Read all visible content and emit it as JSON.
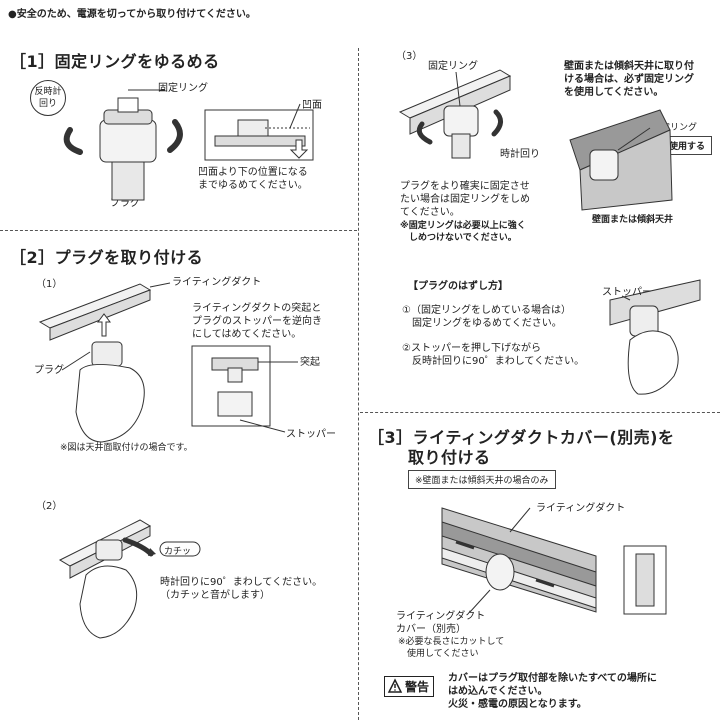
{
  "top_notice": "●安全のため、電源を切ってから取り付けてください。",
  "step1": {
    "title": "［1］固定リングをゆるめる",
    "ccw_label": "反時計\n回り",
    "fixing_ring": "固定リング",
    "recess": "凹面",
    "plug": "プラグ",
    "loosen_note": "凹面より下の位置になる\nまでゆるめてください。"
  },
  "step2": {
    "title": "［2］プラグを取り付ける",
    "sub1": "（1）",
    "duct": "ライティングダクト",
    "plug": "プラグ",
    "align_note": "ライティングダクトの突起と\nプラグのストッパーを逆向き\nにしてはめてください。",
    "protrusion": "突起",
    "stopper": "ストッパー",
    "ceiling_note": "※図は天井面取付けの場合です。",
    "sub2": "（2）",
    "click": "カチッ",
    "rotate_note": "時計回りに90゜まわしてください。\n（カチッと音がします）"
  },
  "step3_right": {
    "sub3": "（3）",
    "fixing_ring": "固定リング",
    "cw": "時計回り",
    "secure_note": "プラグをより確実に固定させ\nたい場合は固定リングをしめ\nてください。",
    "caution_note": "※固定リングは必要以上に強く\n　しめつけないでください。",
    "wall_note": "壁面または傾斜天井に取り付\nける場合は、必ず固定リング\nを使用してください。",
    "fixing_ring2": "固定リング",
    "must_use": "必ず使用する",
    "wall_label": "壁面または傾斜天井"
  },
  "remove": {
    "title": "【プラグのはずし方】",
    "step1": "①（固定リングをしめている場合は）\n　固定リングをゆるめてください。",
    "step2": "②ストッパーを押し下げながら\n　反時計回りに90゜まわしてください。",
    "stopper": "ストッパー"
  },
  "cover": {
    "title_line1": "［3］ライティングダクトカバー(別売)を",
    "title_line2": "取り付ける",
    "note": "※壁面または傾斜天井の場合のみ",
    "duct": "ライティングダクト",
    "cover_label": "ライティングダクト\nカバー（別売）",
    "cut_note": "※必要な長さにカットして\n　使用してください",
    "warning_badge": "警告",
    "warning_text": "カバーはプラグ取付部を除いたすべての場所に\nはめ込んでください。\n火災・感電の原因となります。"
  }
}
